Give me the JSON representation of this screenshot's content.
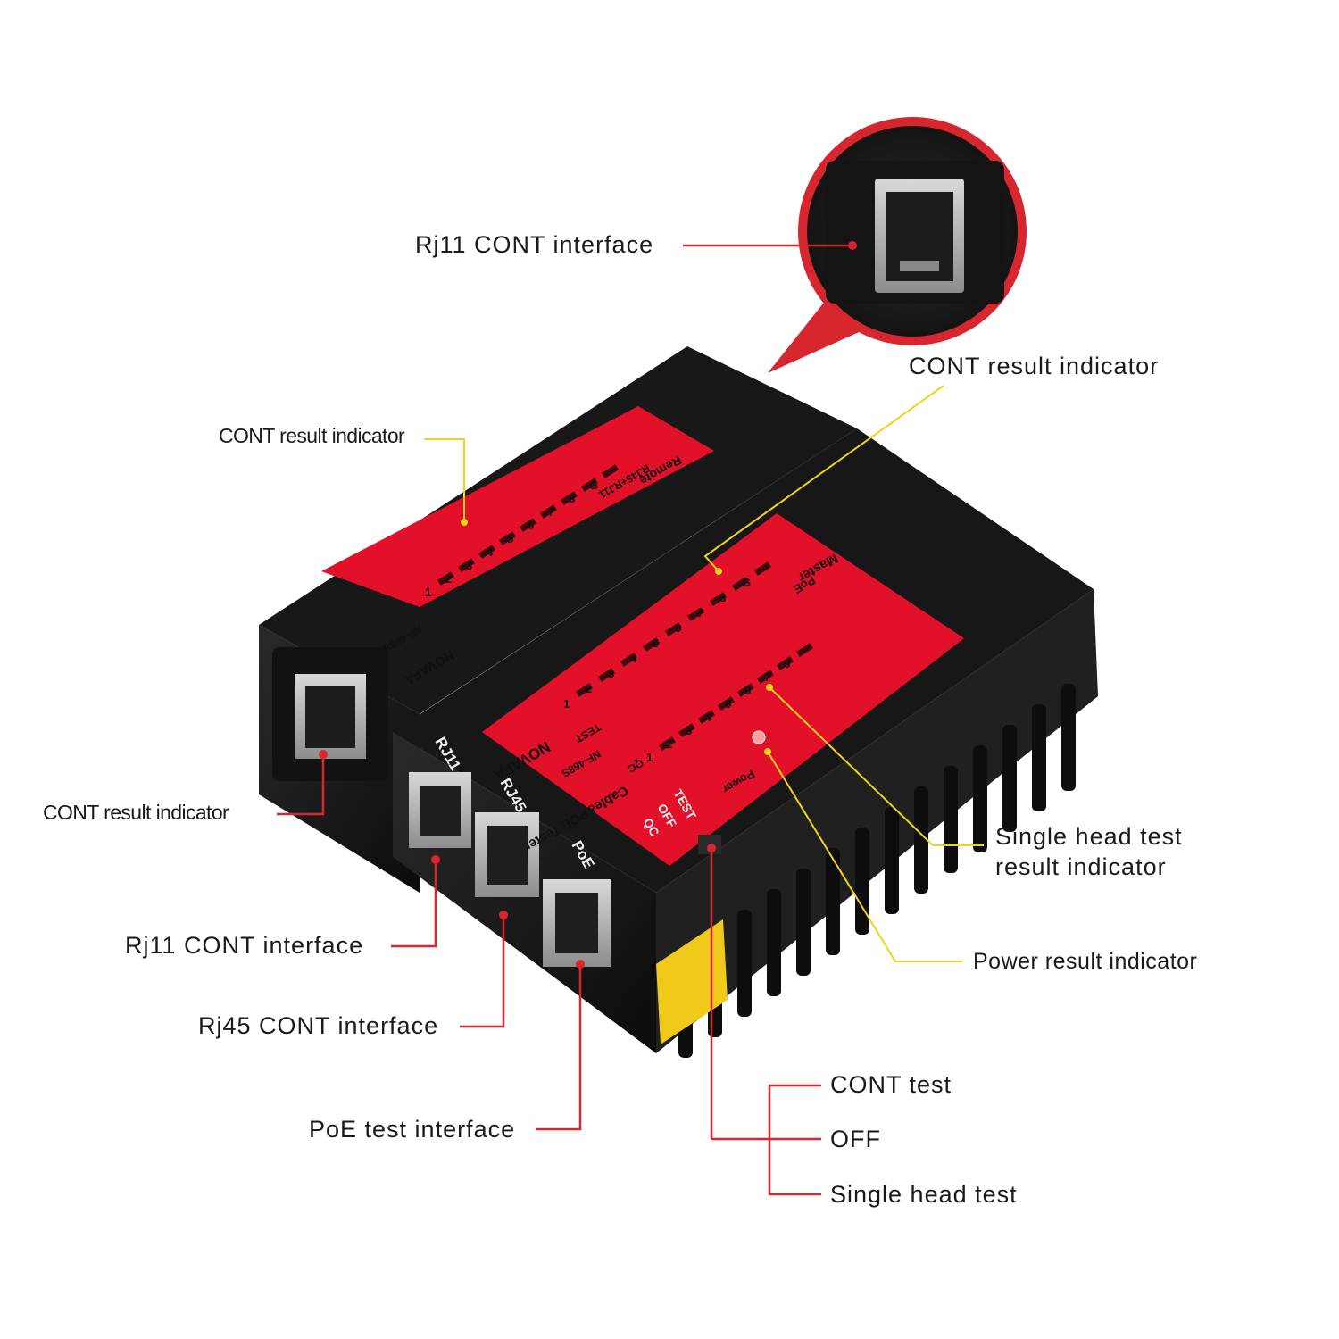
{
  "colors": {
    "red_leader": "#d7262e",
    "yellow_leader": "#f2d21b",
    "panel_red": "#e3102a",
    "body_black": "#1c1c1c"
  },
  "callouts": {
    "rj11_top": "Rj11 CONT interface",
    "cont_top_right": "CONT result indicator",
    "cont_remote": "CONT result indicator",
    "cont_left_port": "CONT result indicator",
    "single_head_1": "Single head test",
    "single_head_2": "result indicator",
    "power_result": "Power result indicator",
    "rj11_bottom": "Rj11  CONT  interface",
    "rj45_bottom": "Rj45  CONT  interface",
    "poe_bottom": "PoE  test  interface",
    "switch_cont": "CONT test",
    "switch_off": "OFF",
    "switch_single": "Single head test"
  },
  "device": {
    "remote_brand": "NOVAFA",
    "remote_model": "NF-468S",
    "remote_name": "Remote",
    "remote_sub": "RJ45+RJ11",
    "master_brand": "NOVAFA",
    "master_title": "Cable&POE Tester",
    "master_model": "NF-468S",
    "master_name": "Master",
    "master_poe": "PoE",
    "port_rj11": "RJ11",
    "port_rj45": "RJ45",
    "port_poe": "PoE",
    "mode_qc": "QC",
    "mode_off": "OFF",
    "mode_test": "TEST",
    "power": "Power",
    "test": "TEST",
    "qc": "QC",
    "pins": [
      "1",
      "2",
      "3",
      "4",
      "5",
      "6",
      "7",
      "8",
      "G"
    ]
  }
}
